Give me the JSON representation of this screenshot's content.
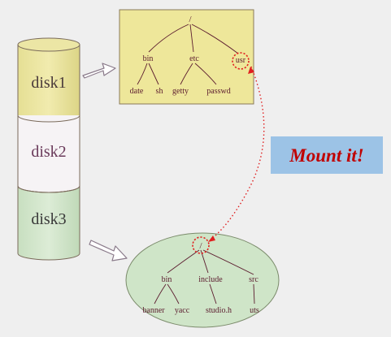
{
  "disks": {
    "disk1": "disk1",
    "disk2": "disk2",
    "disk3": "disk3"
  },
  "top_tree": {
    "root": "/",
    "nodes": {
      "bin": "bin",
      "etc": "etc",
      "usr": "usr",
      "date": "date",
      "sh": "sh",
      "getty": "getty",
      "passwd": "passwd"
    }
  },
  "bottom_tree": {
    "root": "/",
    "nodes": {
      "bin": "bin",
      "include": "include",
      "src": "src",
      "banner": "banner",
      "yacc": "yacc",
      "studio_h": "studio.h",
      "uts": "uts"
    }
  },
  "callout": {
    "text": "Mount it!"
  },
  "colors": {
    "background": "#efefef",
    "disk1_fill": "#e8e29a",
    "disk3_fill": "#cfe5c8",
    "tree_box_fill": "#eee79a",
    "tree_ellipse_fill": "#cfe5c8",
    "callout_bg": "#9cc3e6",
    "callout_text": "#c00000",
    "highlight": "#e02020",
    "node_text": "#5b1b2e"
  }
}
